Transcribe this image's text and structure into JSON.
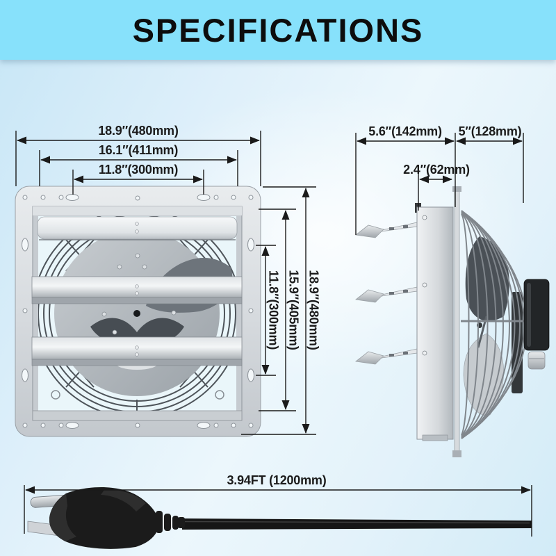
{
  "title": "SPECIFICATIONS",
  "theme": {
    "banner_bg": "#87e1fb",
    "title_color": "#0d0d0d",
    "background_tint": "#d9eef9",
    "dimension_line_color": "#1a1a1a",
    "metal_color": "#c9ced3",
    "cord_color": "#161616"
  },
  "front_view": {
    "width_outer": "18.9″(480mm)",
    "width_frame": "16.1″(411mm)",
    "width_opening": "11.8″(300mm)",
    "height_outer": "18.9″(480mm)",
    "height_frame": "15.9″(405mm)",
    "height_opening": "11.8″(300mm)"
  },
  "side_view": {
    "depth_shutter_side": "5.6″(142mm)",
    "depth_guard_side": "5″(128mm)",
    "depth_shutter_open": "2.4″(62mm)"
  },
  "power_cord": {
    "length": "3.94FT (1200mm)"
  }
}
